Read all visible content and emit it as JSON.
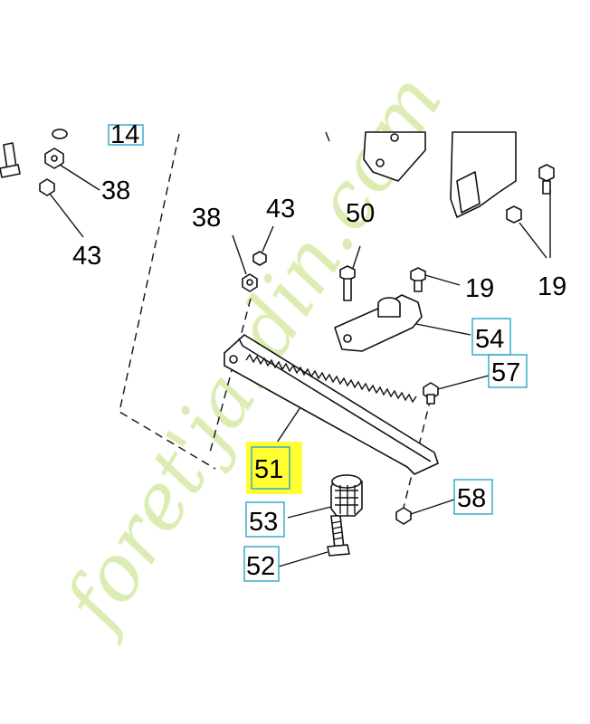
{
  "colors": {
    "highlight": "#ffff33",
    "label_box": "#2aa6c8",
    "watermark": "#d6eaa8",
    "watermark_dot": "#f6c89a"
  },
  "watermark": {
    "text": "foret'jardin.com"
  },
  "labels": {
    "p14": "14",
    "p38a": "38",
    "p43a": "43",
    "p38b": "38",
    "p43b": "43",
    "p50": "50",
    "p19a": "19",
    "p19b": "19",
    "p54": "54",
    "p57": "57",
    "p51": "51",
    "p53": "53",
    "p52": "52",
    "p58": "58"
  }
}
